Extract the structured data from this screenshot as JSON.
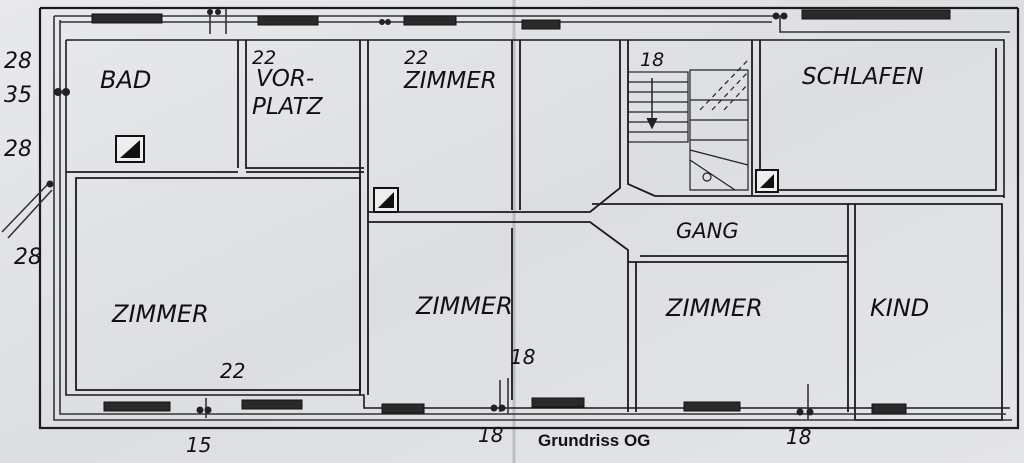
{
  "caption": "Grundriss OG",
  "rooms": {
    "bad": "BAD",
    "vorplatz_1": "VOR-",
    "vorplatz_2": "PLATZ",
    "zimmer_top": "ZIMMER",
    "schlafen": "SCHLAFEN",
    "gang": "GANG",
    "zimmer_left": "ZIMMER",
    "zimmer_mid": "ZIMMER",
    "zimmer_right": "ZIMMER",
    "kind": "KIND"
  },
  "pipe_sizes": {
    "left_28_a": "28",
    "left_35": "35",
    "left_28_b": "28",
    "left_28_c": "28",
    "vorplatz_22": "22",
    "zimmer_top_22": "22",
    "stair_18": "18",
    "zimmer_bottom_22": "22",
    "bottom_15": "15",
    "bottom_18_a": "18",
    "mid_18": "18",
    "bottom_18_b": "18"
  }
}
